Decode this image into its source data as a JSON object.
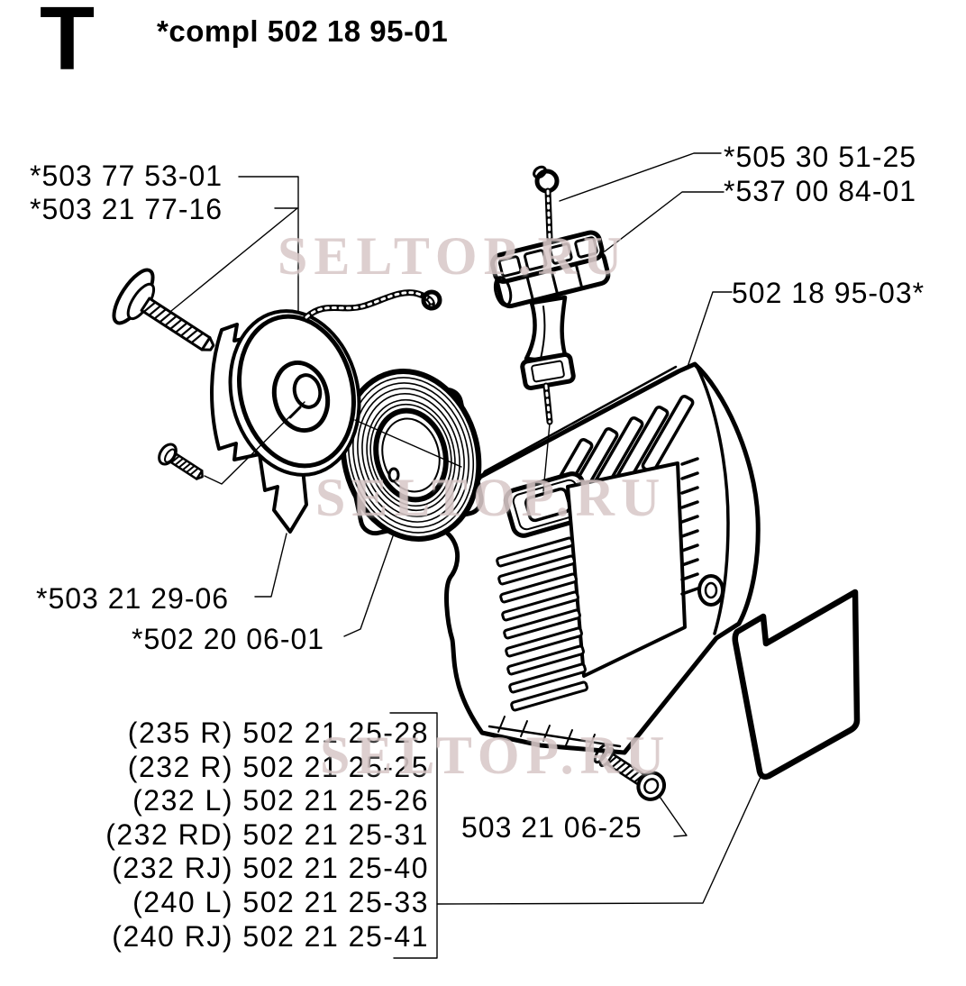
{
  "page": {
    "section_letter": "T",
    "title": "*compl 502 18 95-01",
    "watermark": "SELTOP.RU"
  },
  "part_labels": {
    "screw_washer": "*503 77 53-01",
    "pulley_screw": "*503 21 77-16",
    "rope_knot": "*505 30 51-25",
    "starter_handle": "*537 00 84-01",
    "starter_housing": "502 18 95-03*",
    "starter_pulley": "*503 21 29-06",
    "rewind_spring": "*502 20 06-01",
    "housing_screw": "503 21 06-25"
  },
  "variant_parts": {
    "lines": [
      "(235 R) 502 21 25-28",
      "(232 R) 502 21 25-25",
      "(232 L) 502 21 25-26",
      "(232 RD) 502 21 25-31",
      "(232 RJ) 502 21 25-40",
      "(240 L) 502 21 25-33",
      "(240 RJ) 502 21 25-41"
    ]
  }
}
